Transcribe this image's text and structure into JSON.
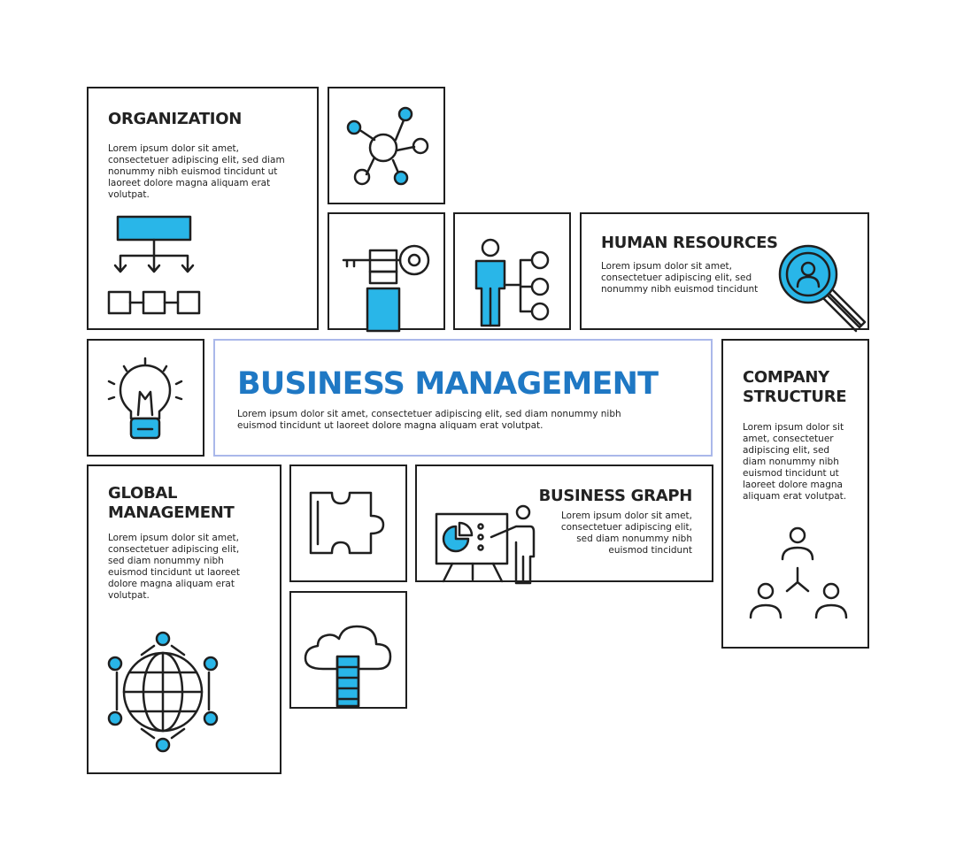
{
  "colors": {
    "accent": "#29b6e8",
    "title_blue": "#1f78c4",
    "outline": "#1f1f1f",
    "center_border": "#aab8ea"
  },
  "main": {
    "title": "BUSINESS MANAGEMENT",
    "text": "Lorem ipsum dolor sit amet, consectetuer adipiscing elit, sed diam nonummy nibh euismod tincidunt ut laoreet dolore magna aliquam erat volutpat."
  },
  "organization": {
    "title": "ORGANIZATION",
    "text": "Lorem ipsum dolor sit amet, consectetuer adipiscing elit, sed diam nonummy nibh euismod tincidunt ut laoreet dolore magna aliquam erat volutpat.",
    "icon": "org-chart-icon"
  },
  "human_resources": {
    "title": "HUMAN RESOURCES",
    "text": "Lorem ipsum dolor sit amet, consectetuer adipiscing elit, sed nonummy nibh euismod tincidunt",
    "icon": "search-person-icon"
  },
  "company_structure": {
    "title": "COMPANY STRUCTURE",
    "text": "Lorem ipsum dolor sit amet, consectetuer adipiscing elit, sed diam nonummy nibh euismod tincidunt ut laoreet dolore magna aliquam erat volutpat.",
    "icon": "team-structure-icon"
  },
  "global_management": {
    "title": "GLOBAL MANAGEMENT",
    "text": "Lorem ipsum dolor sit amet, consectetuer adipiscing elit, sed diam nonummy nibh euismod tincidunt ut laoreet dolore magna aliquam erat volutpat.",
    "icon": "globe-network-icon"
  },
  "business_graph": {
    "title": "BUSINESS GRAPH",
    "text": "Lorem ipsum dolor sit amet, consectetuer adipiscing elit, sed diam nonummy nibh euismod tincidunt",
    "icon": "presentation-icon"
  },
  "icon_tiles": [
    "network-nodes-icon",
    "hand-key-icon",
    "person-hierarchy-icon",
    "lightbulb-icon",
    "puzzle-piece-icon",
    "cloud-ladder-icon"
  ]
}
